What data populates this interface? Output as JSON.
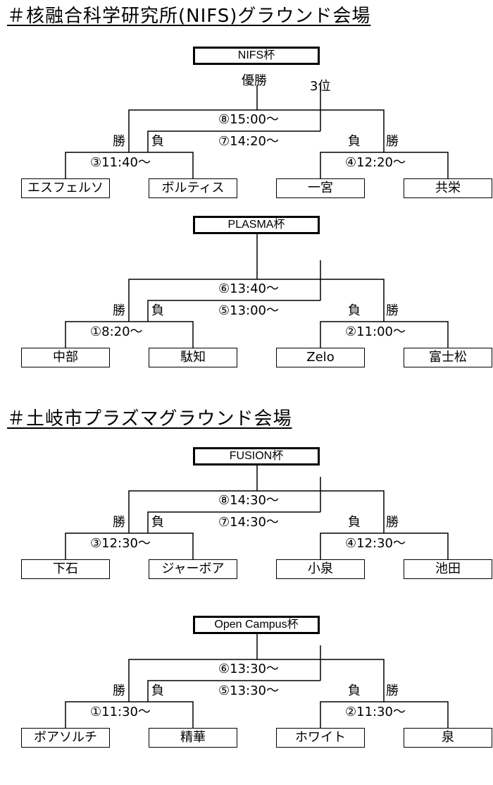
{
  "venues": [
    {
      "title": "＃核融合科学研究所(NIFS)グラウンド会場",
      "brackets": [
        {
          "title": "NIFS杯",
          "champion": "優勝",
          "third": "3位",
          "final": "⑧15:00〜",
          "third_match": "⑦14:20〜",
          "semi_left": "③11:40〜",
          "semi_right": "④12:20〜",
          "win": "勝",
          "lose": "負",
          "teams": [
            "エスフェルソ",
            "ボルティス",
            "一宮",
            "共栄"
          ]
        },
        {
          "title": "PLASMA杯",
          "champion": "",
          "third": "",
          "final": "⑥13:40〜",
          "third_match": "⑤13:00〜",
          "semi_left": "①8:20〜",
          "semi_right": "②11:00〜",
          "win": "勝",
          "lose": "負",
          "teams": [
            "中部",
            "駄知",
            "Zelo",
            "富士松"
          ]
        }
      ]
    },
    {
      "title": "＃土岐市プラズマグラウンド会場",
      "brackets": [
        {
          "title": "FUSION杯",
          "champion": "",
          "third": "",
          "final": "⑧14:30〜",
          "third_match": "⑦14:30〜",
          "semi_left": "③12:30〜",
          "semi_right": "④12:30〜",
          "win": "勝",
          "lose": "負",
          "teams": [
            "下石",
            "ジャーボア",
            "小泉",
            "池田"
          ]
        },
        {
          "title": "Open Campus杯",
          "champion": "",
          "third": "",
          "final": "⑥13:30〜",
          "third_match": "⑤13:30〜",
          "semi_left": "①11:30〜",
          "semi_right": "②11:30〜",
          "win": "勝",
          "lose": "負",
          "teams": [
            "ボアソルチ",
            "精華",
            "ホワイト",
            "泉"
          ]
        }
      ]
    }
  ]
}
